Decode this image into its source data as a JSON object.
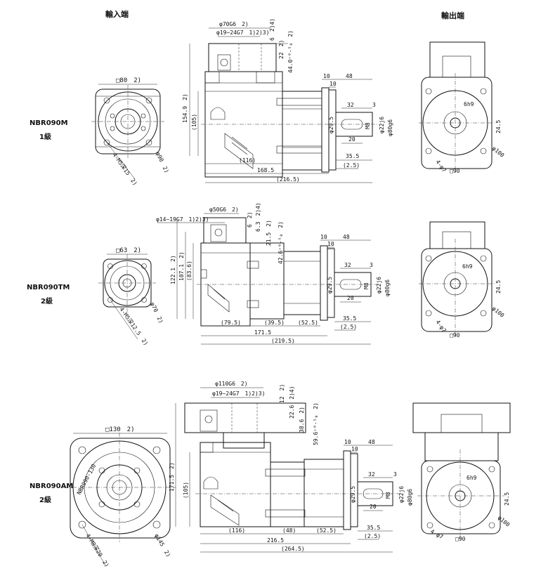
{
  "headers": {
    "input_end": "輸入端",
    "output_end": "輸出端"
  },
  "models": [
    {
      "name": "NBR090M",
      "stage": "1級"
    },
    {
      "name": "NBR090TM",
      "stage": "2級"
    },
    {
      "name": "NBR090AM",
      "stage": "2級"
    }
  ],
  "dims1": {
    "sq_in": "□80　2)",
    "bolt_in": "4-M5深15　2)",
    "phi90": "φ90　2)",
    "phi70": "φ70G6　2)",
    "phi19": "φ19~24G7　1)2)3)",
    "d6": "6　2)4)",
    "d22": "22　2)",
    "d44": "44.0⁺⁰·⁵₀　2)",
    "d1549": "154.9　2)",
    "d105": "(105)",
    "d10a": "10",
    "d10b": "10",
    "d48": "48",
    "d32": "32",
    "d3": "3",
    "d295": "φ29.5",
    "m8": "M8",
    "d22j6": "φ22j6",
    "d80g6": "φ80g6",
    "d20": "20",
    "d355": "35.5",
    "d25": "(2.5)",
    "d116": "(116)",
    "d1685": "168.5",
    "d2165": "(216.5)",
    "h6": "6h9",
    "d245": "24.5",
    "phi100": "φ100",
    "phi7": "4-φ7",
    "sq90": "□90"
  },
  "dims2": {
    "sq_in": "□63　2)",
    "bolt_in": "4-M5深12.5　2)",
    "phi70": "φ70　2)",
    "phi14": "φ14~19G7　1)2)3)",
    "phi50": "φ50G6　2)",
    "d6": "6　2)",
    "d63": "6.3　2)4)",
    "d215": "21.5　2)",
    "d426": "42.6⁺⁰·⁵₀　2)",
    "d1221": "122.1　2)",
    "d1071": "107.1　2)",
    "d836": "(83.6)",
    "d10a": "10",
    "d10b": "10",
    "d48": "48",
    "d32": "32",
    "d3": "3",
    "d295": "φ29.5",
    "m8": "M8",
    "d22j6": "φ22j6",
    "d80g6": "φ80g6",
    "d20": "20",
    "d355": "35.5",
    "d25": "(2.5)",
    "d795": "(79.5)",
    "d395": "(39.5)",
    "d525": "(52.5)",
    "d1715": "171.5",
    "d2195": "(219.5)",
    "h6": "6h9",
    "d245": "24.5",
    "phi100": "φ100",
    "phi7": "4-φ7",
    "sq90": "□90"
  },
  "dims3": {
    "sq_in": "□130　2)",
    "bolt_in": "4-M8深20　2)",
    "phi145": "φ145　2)",
    "phi110": "φ110G6　2)",
    "phi19": "φ19~24G7　1)2)3)",
    "d12": "12　2)",
    "d226": "22.6　2)4)",
    "d386": "38.6　2)",
    "d596": "59.6⁺⁰·⁵₀　2)",
    "d1715v": "171.5　2)",
    "d105": "(105)",
    "d10a": "10",
    "d10b": "10",
    "d48": "48",
    "d32": "32",
    "d3": "3",
    "d295": "φ29.5",
    "m8": "M8",
    "d22j6": "φ22j6",
    "d80g6": "φ80g6",
    "d20": "20",
    "d355": "35.5",
    "d25": "(2.5)",
    "d116": "(116)",
    "d48b": "(48)",
    "d525": "(52.5)",
    "d2165": "216.5",
    "d2645": "(264.5)",
    "h6": "6h9",
    "d245": "24.5",
    "phi100": "φ100",
    "phi7": "4-φ7",
    "sq90": "□90",
    "ring": "NBR090-130"
  }
}
